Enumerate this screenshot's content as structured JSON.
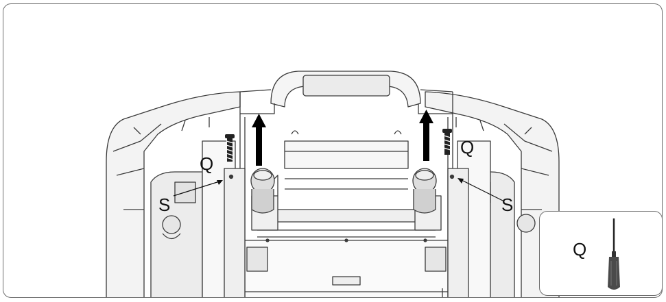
{
  "labels": {
    "screw_left": "Q",
    "screw_right": "Q",
    "bracket_left": "S",
    "bracket_right": "S",
    "tool": "Q"
  },
  "colors": {
    "line": "#3a3a3a",
    "fill_light": "#f3f3f3",
    "fill_mid": "#d9d9d9",
    "arrow": "#000000",
    "screw": "#222222",
    "tool_handle": "#4a4a4a",
    "frame_border": "#6e6e6e"
  },
  "icons": {
    "lift_arrow_left": "up-arrow-icon",
    "lift_arrow_right": "up-arrow-icon",
    "screwdriver": "screwdriver-icon"
  }
}
